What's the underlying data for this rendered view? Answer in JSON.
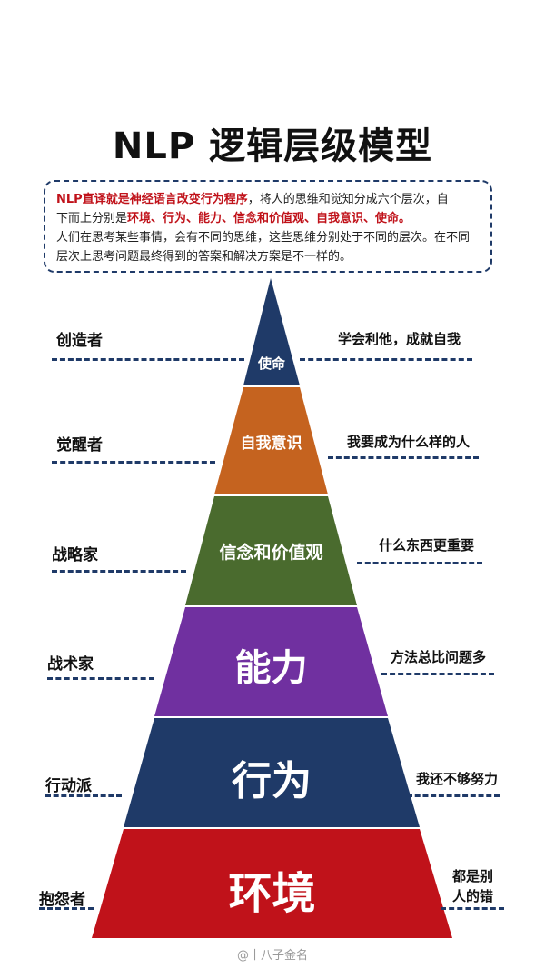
{
  "title": "NLP 逻辑层级模型",
  "intro": {
    "line1_red": "NLP直译就是神经语言改变行为程序",
    "line1_rest": "，将人的思维和觉知分成六个层次，自",
    "line2_start": "下而上分别是",
    "line2_bold": "环境、行为、能力、信念和价值观、自我意识、使命。",
    "line3": "人们在思考某些事情，会有不同的思维，这些思维分别处于不同的层次。在不同",
    "line4": "层次上思考问题最终得到的答案和解决方案是不一样的。"
  },
  "levels": [
    {
      "name": "使命",
      "role": "创造者",
      "desc": "学会利他，成就自我",
      "color": "#1f3a68"
    },
    {
      "name": "自我意识",
      "role": "觉醒者",
      "desc": "我要成为什么样的人",
      "color": "#c5631f"
    },
    {
      "name": "信念和价值观",
      "role": "战略家",
      "desc": "什么东西更重要",
      "color": "#4a6b2e"
    },
    {
      "name": "能力",
      "role": "战术家",
      "desc": "方法总比问题多",
      "color": "#7030a0"
    },
    {
      "name": "行为",
      "role": "行动派",
      "desc": "我还不够努力",
      "color": "#1f3a68"
    },
    {
      "name": "环境",
      "role": "抱怨者",
      "desc_line1": "都是别",
      "desc_line2": "人的错",
      "color": "#c0121a"
    }
  ],
  "watermark": "@十八子金名"
}
